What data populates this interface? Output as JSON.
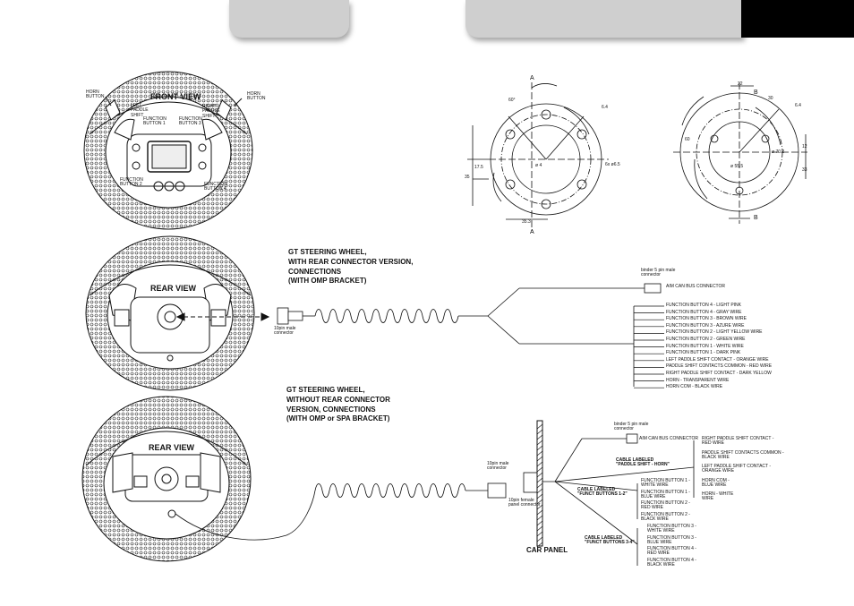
{
  "front": {
    "title": "FRONT VIEW",
    "horn_left": [
      "HORN",
      "BUTTON"
    ],
    "horn_right": [
      "HORN",
      "BUTTON"
    ],
    "left_paddle": [
      "LEFT",
      "PADDLE",
      "SHIFT"
    ],
    "right_paddle": [
      "RIGHT",
      "PADDLE",
      "SHIFT"
    ],
    "fb1": [
      "FUNCTION",
      "BUTTON 1"
    ],
    "fb3": [
      "FUNCTION",
      "BUTTON 3"
    ],
    "fb2": [
      "FUNCTION",
      "BUTTON 2"
    ],
    "fb4": [
      "FUNCTION",
      "BUTTON 4"
    ]
  },
  "section_a": {
    "rear_view": "REAR VIEW",
    "heading": [
      "GT STEERING WHEEL,",
      "WITH REAR CONNECTOR VERSION,",
      "CONNECTIONS",
      "(WITH OMP BRACKET)"
    ],
    "binder_connector": [
      "binder 5 pin male",
      "connector"
    ],
    "can_bus": "AIM CAN BUS CONNECTOR",
    "pin_connector": [
      "10pin male",
      "connector"
    ],
    "wires": [
      "FUNCTION BUTTON 4 - LIGHT PINK",
      "FUNCTION BUTTON 4 - GRAY WIRE",
      "FUNCTION BUTTON 3 - BROWN WIRE",
      "FUNCTION BUTTON 3 - AZURE WIRE",
      "FUNCTION BUTTON 2 - LIGHT YELLOW WIRE",
      "FUNCTION BUTTON 2 - GREEN WIRE",
      "FUNCTION BUTTON 1 - WHITE WIRE",
      "FUNCTION BUTTON 1 - DARK PINK",
      "LEFT PADDLE SHIFT CONTACT - ORANGE WIRE",
      "PADDLE SHIFT CONTACTS COMMON - RED WIRE",
      "RIGHT PADDLE SHIFT CONTACT - DARK YELLOW",
      "HORN - TRANSPARENT WIRE",
      "HORN COM - BLACK WIRE"
    ]
  },
  "section_b": {
    "rear_view": "REAR VIEW",
    "heading": [
      "GT STEERING WHEEL,",
      "WITHOUT REAR CONNECTOR",
      "VERSION, CONNECTIONS",
      "(WITH OMP or SPA BRACKET)"
    ],
    "binder_connector": [
      "binder 5 pin male",
      "connector"
    ],
    "can_bus": "AIM CAN BUS CONNECTOR",
    "male_connector": [
      "10pin male",
      "connector"
    ],
    "female_connector": [
      "10pin female",
      "panel connector"
    ],
    "car_panel": "CAR PANEL",
    "cable_paddle": [
      "CABLE LABELED",
      "\"PADDLE SHIFT - HORN\""
    ],
    "cable_12": [
      "CABLE LABELED",
      "\"FUNCT BUTTONS 1-2\""
    ],
    "cable_34": [
      "CABLE LABELED",
      "\"FUNCT BUTTONS 3-4\""
    ],
    "paddle_wires": [
      [
        "RIGHT PADDLE SHIFT CONTACT -",
        "RED WIRE"
      ],
      [
        "PADDLE SHIFT CONTACTS COMMON -",
        "BLACK WIRE"
      ],
      [
        "LEFT PADDLE SHIFT CONTACT -",
        "ORANGE WIRE"
      ],
      [
        "HORN COM -",
        "BLUE WIRE"
      ],
      [
        "HORN - WHITE",
        "WIRE"
      ]
    ],
    "fb12_wires": [
      [
        "FUNCTION BUTTON 1 -",
        "WHITE WIRE"
      ],
      [
        "FUNCTION BUTTON 1 -",
        "BLUE WIRE"
      ],
      [
        "FUNCTION BUTTON 2 -",
        "RED WIRE"
      ],
      [
        "FUNCTION BUTTON 2 -",
        "BLACK WIRE"
      ]
    ],
    "fb34_wires": [
      [
        "FUNCTION BUTTON 3 -",
        "WHITE WIRE"
      ],
      [
        "FUNCTION BUTTON 3 -",
        "BLUE WIRE"
      ],
      [
        "FUNCTION BUTTON 4 -",
        "RED WIRE"
      ],
      [
        "FUNCTION BUTTON 4 -",
        "BLACK WIRE"
      ]
    ]
  },
  "drawing": {
    "section_label_a": "A",
    "section_label_b": "B",
    "dims_left": [
      "60°",
      "6.4",
      "6x ø6.5",
      "ø 4",
      "17.5",
      "35",
      "35.3"
    ],
    "dims_right": [
      "22",
      "30",
      "6.4",
      "ø 70.2",
      "ø 55.5",
      "60",
      "12",
      "33"
    ]
  },
  "colors": {
    "tab": "#cfcfcf",
    "ink": "#111111",
    "black_tab": "#000000"
  }
}
